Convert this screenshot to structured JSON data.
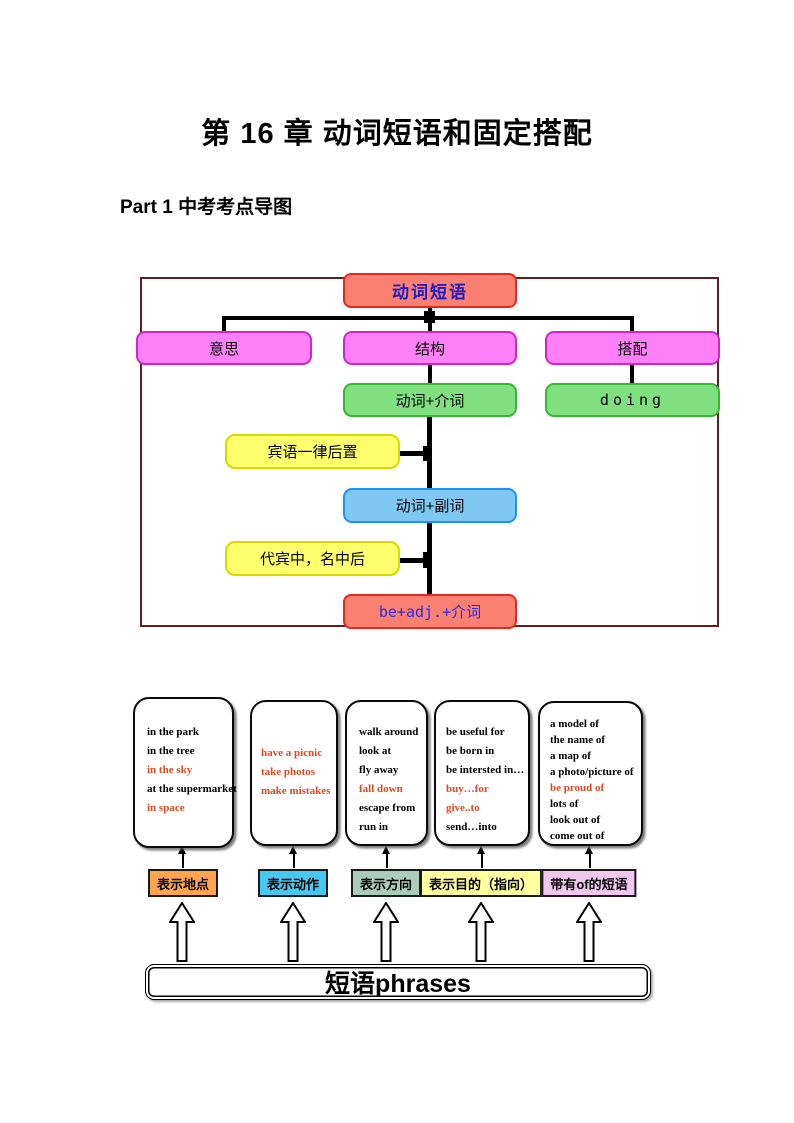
{
  "page": {
    "title": "第 16 章 动词短语和固定搭配",
    "part_heading": "Part 1  中考考点导图"
  },
  "colors": {
    "highlight_text": "#e2481f",
    "container_border": "#5e1f1f",
    "root_fill": "#fa8072",
    "root_border": "#e8281e",
    "root_text": "#1e1ec8",
    "level1_fill": "#ff80f8",
    "level1_border": "#d424c8",
    "green_fill": "#80e080",
    "green_border": "#33b833",
    "yellow_fill": "#ffff6e",
    "yellow_border": "#d9d900",
    "blue_fill": "#7ec8f2",
    "blue_border": "#1e90ff",
    "be_adj_text": "#2a2af0",
    "label_fills": [
      "#ffa54d",
      "#47c8f0",
      "#aacdbb",
      "#ffff9e",
      "#f1c7ef"
    ]
  },
  "flowchart": {
    "root": "动词短语",
    "branch_meaning": "意思",
    "branch_structure": "结构",
    "branch_collocation": "搭配",
    "verb_prep": "动词+介词",
    "doing": "doing",
    "note_object_after": "宾语一律后置",
    "verb_adv": "动词+副词",
    "note_pronoun": "代宾中，名中后",
    "be_adj_prep": "be+adj.+介词"
  },
  "phrase_map": {
    "cards": [
      {
        "lines": [
          {
            "text": "in the park",
            "hl": false
          },
          {
            "text": "in the tree",
            "hl": false
          },
          {
            "text": "in the sky",
            "hl": true
          },
          {
            "text": "at the supermarket",
            "hl": false
          },
          {
            "text": "in space",
            "hl": true
          }
        ]
      },
      {
        "lines": [
          {
            "text": "have a picnic",
            "hl": true
          },
          {
            "text": "take photos",
            "hl": true
          },
          {
            "text": "make mistakes",
            "hl": true
          }
        ]
      },
      {
        "lines": [
          {
            "text": "walk around",
            "hl": false
          },
          {
            "text": "look at",
            "hl": false
          },
          {
            "text": "fly away",
            "hl": false
          },
          {
            "text": "fall down",
            "hl": true
          },
          {
            "text": "escape from",
            "hl": false
          },
          {
            "text": "run in",
            "hl": false
          }
        ]
      },
      {
        "lines": [
          {
            "text": "be useful for",
            "hl": false
          },
          {
            "text": "be born in",
            "hl": false
          },
          {
            "text": "be intersted in…",
            "hl": false
          },
          {
            "text": "buy…for",
            "hl": true
          },
          {
            "text": "give..to",
            "hl": true
          },
          {
            "text": "send…into",
            "hl": false
          }
        ]
      },
      {
        "lines": [
          {
            "text": "a model of",
            "hl": false
          },
          {
            "text": "the name of",
            "hl": false
          },
          {
            "text": "a map of",
            "hl": false
          },
          {
            "text": "a photo/picture of",
            "hl": false
          },
          {
            "text": "be proud of",
            "hl": true
          },
          {
            "text": "lots of",
            "hl": false
          },
          {
            "text": "look out of",
            "hl": false
          },
          {
            "text": "come out of",
            "hl": false
          }
        ]
      }
    ],
    "labels": [
      "表示地点",
      "表示动作",
      "表示方向",
      "表示目的（指向）",
      "带有of的短语"
    ],
    "bottom_box": "短语phrases"
  }
}
